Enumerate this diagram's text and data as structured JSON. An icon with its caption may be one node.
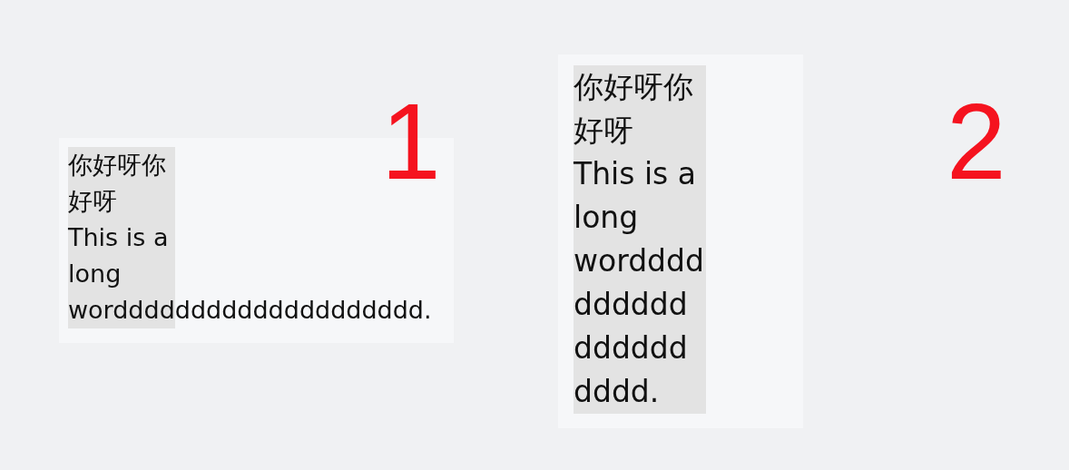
{
  "diagram": {
    "nodes": [
      {
        "text": [],
        "shape": "box"
      },
      {
        "text": [
          "你好呀你好呀",
          "This is a long wordddddddddddddddddddd."
        ],
        "in": 0
      },
      {
        "text": [],
        "shape": "box"
      },
      {
        "text": [
          "你好呀你好呀",
          "This is a long wordddddddddddddddddddd."
        ],
        "in": 2
      }
    ],
    "labels": [
      "1",
      "2"
    ]
  }
}
